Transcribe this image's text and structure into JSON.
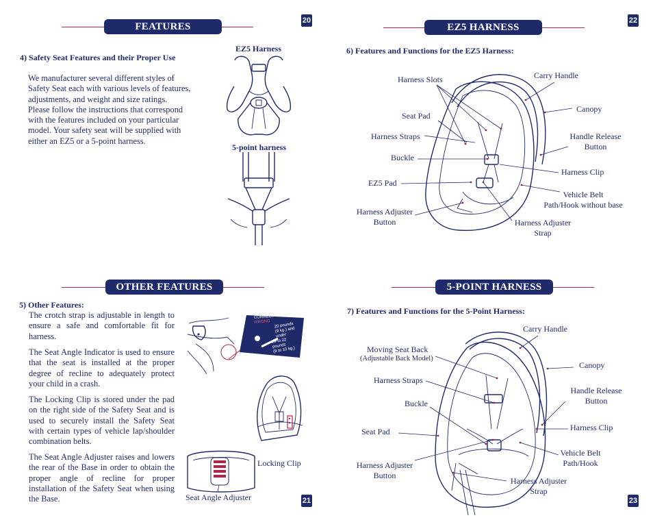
{
  "pages": {
    "p20": {
      "page_number": "20",
      "section_title": "FEATURES",
      "heading": "4) Safety Seat Features and their Proper Use",
      "body_lines": [
        "We manufacturer several different styles of",
        "Safety Seat each with various levels of features,",
        "adjustments, and weight and size ratings.",
        "Please follow the instructions that correspond",
        "with the features included on your particular",
        "model.  Your safety seat will be supplied with",
        "either an EZ5 or a 5-point harness."
      ],
      "fig1_caption": "EZ5 Harness",
      "fig2_caption": "5-point harness"
    },
    "p21": {
      "page_number": "21",
      "section_title": "OTHER FEATURES",
      "heading": "5) Other Features:",
      "para1": "The crotch strap is adjustable in length to ensure a safe and comfortable fit for harness.",
      "para2": "The Seat Angle Indicator is used to ensure that the seat is installed at the proper degree of recline to adequately protect your child in a crash.",
      "para3": "The Locking Clip is stored under the pad on the right side of the Safety Seat and is used to securely install the Safety Seat with certain types of vehicle lap/shoulder combination belts.",
      "para4": "The Seat Angle Adjuster raises and lowers the rear of the Base in order to obtain the proper angle of recline for proper installation of the Safety Seat when using the Base.",
      "indicator": {
        "correct": "CORRECT",
        "wrong": "WRONG",
        "range1": [
          "20 pounds",
          "(9 kg.) and",
          "under"
        ],
        "range2": [
          "20 to 22",
          "pounds",
          "(9 to 10 kg.)"
        ]
      },
      "locking_clip_label": "Locking Clip",
      "seat_angle_adjuster_label": "Seat Angle Adjuster"
    },
    "p22": {
      "page_number": "22",
      "section_title": "EZ5 HARNESS",
      "heading": "6) Features and Functions for the EZ5 Harness:",
      "labels": {
        "harness_slots": "Harness Slots",
        "carry_handle": "Carry Handle",
        "seat_pad": "Seat Pad",
        "canopy": "Canopy",
        "harness_straps": "Harness Straps",
        "handle_release_1": "Handle Release",
        "handle_release_2": "Button",
        "buckle": "Buckle",
        "harness_clip": "Harness Clip",
        "ez5_pad": "EZ5 Pad",
        "vehicle_belt_1": "Vehicle Belt",
        "vehicle_belt_2": "Path/Hook without base",
        "adjuster_button_1": "Harness Adjuster",
        "adjuster_button_2": "Button",
        "adjuster_strap_1": "Harness Adjuster",
        "adjuster_strap_2": "Strap"
      }
    },
    "p23": {
      "page_number": "23",
      "section_title": "5-POINT HARNESS",
      "heading": "7) Features and Functions for the 5-Point Harness:",
      "labels": {
        "carry_handle": "Carry Handle",
        "moving_seat_back": "Moving Seat Back",
        "moving_seat_back_note": "(Adjustable Back Model)",
        "canopy": "Canopy",
        "harness_straps": "Harness Straps",
        "handle_release_1": "Handle Release",
        "handle_release_2": "Button",
        "buckle": "Buckle",
        "seat_pad": "Seat Pad",
        "harness_clip": "Harness Clip",
        "vehicle_belt_1": "Vehicle Belt",
        "vehicle_belt_2": "Path/Hook",
        "adjuster_button_1": "Harness Adjuster",
        "adjuster_button_2": "Button",
        "adjuster_strap_1": "Harness Adjuster",
        "adjuster_strap_2": "Strap"
      }
    }
  },
  "colors": {
    "navy": "#1f2a6b",
    "accent_red": "#b2234a"
  }
}
